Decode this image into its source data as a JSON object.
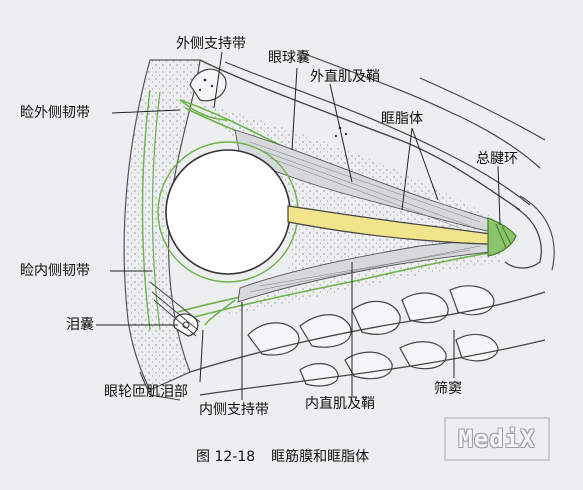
{
  "labels": {
    "lateral_retinaculum": "外侧支持带",
    "tenon_capsule": "眼球囊",
    "lateral_rectus": "外直肌及鞘",
    "lateral_palpebral_ligament": "睑外侧韧带",
    "orbital_fat": "眶脂体",
    "common_tendinous_ring": "总腱环",
    "medial_palpebral_ligament": "睑内侧韧带",
    "lacrimal_sac": "泪囊",
    "lacrimal_part_orbicularis": "眼轮匝肌泪部",
    "medial_retinaculum": "内侧支持带",
    "medial_rectus": "内直肌及鞘",
    "ethmoid_sinus": "筛窦"
  },
  "caption": {
    "figure_number": "图 12-18",
    "title": "眶筋膜和眶脂体"
  },
  "watermark": "MediX"
}
